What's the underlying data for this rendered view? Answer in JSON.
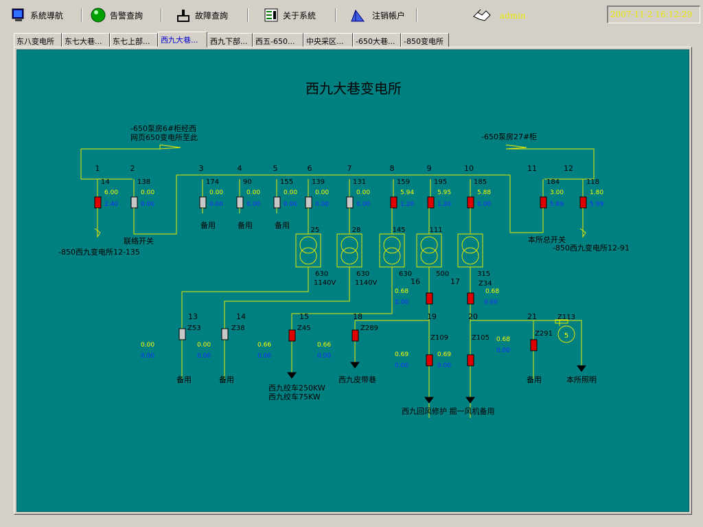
{
  "toolbar": {
    "buttons": [
      {
        "label": "系統導航",
        "icon": "monitor-icon"
      },
      {
        "label": "告警查詢",
        "icon": "green-orb-icon"
      },
      {
        "label": "故障查詢",
        "icon": "tool-icon"
      },
      {
        "label": "关于系統",
        "icon": "panel-icon"
      },
      {
        "label": "注销帳户",
        "icon": "logout-icon"
      }
    ],
    "user": "admin",
    "user_icon": "handshake-icon",
    "clock": "2007-11-2  16:12:29"
  },
  "tabs": [
    {
      "label": "东八变电所",
      "w": 70
    },
    {
      "label": "东七大巷...",
      "w": 70
    },
    {
      "label": "东七上部...",
      "w": 70
    },
    {
      "label": "西九大巷...",
      "w": 72,
      "active": true
    },
    {
      "label": "西九下部...",
      "w": 66
    },
    {
      "label": "西五-650...",
      "w": 74
    },
    {
      "label": "中央采区...",
      "w": 72
    },
    {
      "label": "-650大巷...",
      "w": 70
    },
    {
      "label": "-850变电所",
      "w": 70
    }
  ],
  "colors": {
    "bg": "#008080",
    "line": "#e8e800",
    "yellow": "#ffff00",
    "blue": "#1a2cff",
    "red": "#e00000",
    "grey": "#c8c8c8",
    "text": "#000000"
  },
  "diagram": {
    "title": "西九大巷变电所",
    "feed_note_left": [
      "-650泵房6#柜经西",
      "网页650变电所至此"
    ],
    "feed_note_right": "-650泵房27#柜",
    "bus_numbers": [
      "1",
      "2",
      "3",
      "4",
      "5",
      "6",
      "7",
      "8",
      "9",
      "10",
      "11",
      "12"
    ],
    "top_switches": [
      {
        "id": "14",
        "v1": "6.00",
        "v2": "2.40",
        "state": "on"
      },
      {
        "id": "138",
        "v1": "0.00",
        "v2": "0.00",
        "state": "off"
      },
      {
        "id": "174",
        "v1": "0.00",
        "v2": "0.00",
        "state": "off"
      },
      {
        "id": "90",
        "v1": "0.00",
        "v2": "0.00",
        "state": "off"
      },
      {
        "id": "155",
        "v1": "0.00",
        "v2": "0.00",
        "state": "off"
      },
      {
        "id": "139",
        "v1": "0.00",
        "v2": "0.00",
        "state": "off"
      },
      {
        "id": "131",
        "v1": "0.00",
        "v2": "0.00",
        "state": "off"
      },
      {
        "id": "159",
        "v1": "5.94",
        "v2": "1.20",
        "state": "on"
      },
      {
        "id": "195",
        "v1": "5.95",
        "v2": "1.20",
        "state": "on"
      },
      {
        "id": "185",
        "v1": "5.88",
        "v2": "0.00",
        "state": "on"
      },
      {
        "id": "184",
        "v1": "3.00",
        "v2": "5.89",
        "state": "on"
      },
      {
        "id": "118",
        "v1": "1.80",
        "v2": "5.99",
        "state": "on"
      }
    ],
    "top_labels": {
      "left_feed": "-850西九变电所12-135",
      "tie": "联络开关",
      "spare": "备用",
      "main": "本所总开关",
      "right_feed": "-850西九变电所12-91"
    },
    "transformers": [
      {
        "id": "25",
        "rating": "630",
        "volt": "1140V"
      },
      {
        "id": "28",
        "rating": "630",
        "volt": "1140V"
      },
      {
        "id": "145",
        "rating": "630",
        "volt": ""
      },
      {
        "id": "111",
        "rating": "500",
        "volt": ""
      },
      {
        "id": "",
        "rating": "315",
        "volt": ""
      }
    ],
    "lower_numbers": [
      "13",
      "14",
      "15",
      "16",
      "17",
      "18",
      "19",
      "20",
      "21"
    ],
    "lower_switches": [
      {
        "id": "Z53",
        "v1": "0.00",
        "v2": "0.00",
        "state": "off"
      },
      {
        "id": "Z38",
        "v1": "0.66",
        "v2": "0.00",
        "state": "off"
      },
      {
        "id": "Z45",
        "v1": "0.66",
        "v2": "0.00",
        "state": "on"
      },
      {
        "id": "Z289",
        "v1": "0.69",
        "v2": "0.00",
        "state": "on"
      },
      {
        "id": "Z109",
        "v1": "0.69",
        "v2": "0.00",
        "state": "on"
      },
      {
        "id": "Z105",
        "v1": "0.68",
        "v2": "0.00",
        "state": "on"
      },
      {
        "id": "Z291",
        "v1": "",
        "v2": "",
        "state": "on"
      }
    ],
    "left_values": {
      "v1": "0.00",
      "v2": "0.00"
    },
    "sw16": {
      "v1": "0.68",
      "v2": "0.00"
    },
    "sw17": {
      "id": "Z34",
      "v1": "0.68",
      "v2": "0.00"
    },
    "motor": {
      "id": "Z113",
      "symbol": "5"
    },
    "loads": {
      "spare1": "备用",
      "spare2": "备用",
      "winch": [
        "西九绞车250KW",
        "西九绞车75KW"
      ],
      "belt": "西九皮带巷",
      "fan": "西九回风修护 掘一风机备用",
      "spare3": "备用",
      "light": "本所照明"
    }
  }
}
